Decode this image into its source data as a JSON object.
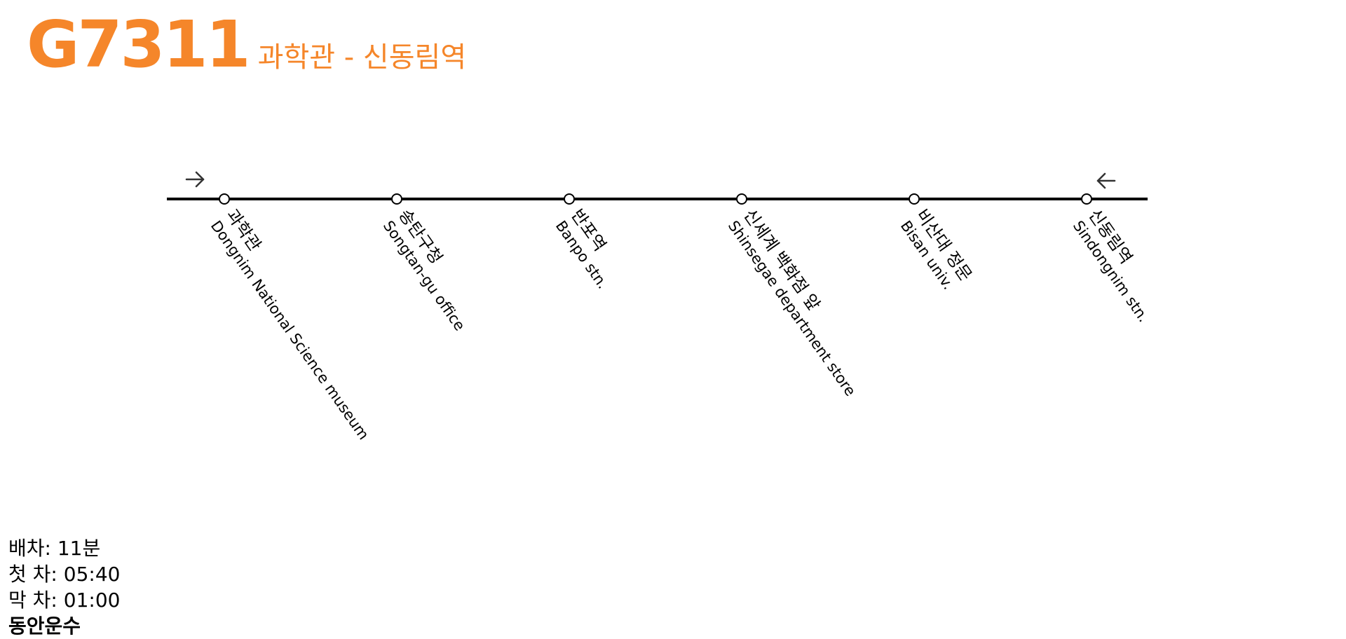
{
  "route": {
    "number": "G7311",
    "terminals": "과학관 - 신동림역"
  },
  "colors": {
    "accent": "#F5862A",
    "line": "#000000",
    "stop_fill": "#ffffff",
    "arrow": "#333333"
  },
  "direction_icons": [
    "arrow-right-icon",
    "arrow-left-icon"
  ],
  "stops": [
    {
      "ko": "과학관",
      "en": "Dongnim National Science museum"
    },
    {
      "ko": "송탄구청",
      "en": "Songtan-gu office"
    },
    {
      "ko": "반포역",
      "en": "Banpo stn."
    },
    {
      "ko": "신세계 백화점 앞",
      "en": "Shinsegae department store"
    },
    {
      "ko": "비산대 정문",
      "en": "Bisan univ."
    },
    {
      "ko": "신동림역",
      "en": "Sindongnim stn."
    }
  ],
  "info": {
    "interval": "배차: 11분",
    "first_bus": "첫 차: 05:40",
    "last_bus": "막 차: 01:00",
    "operator": "동안운수"
  }
}
